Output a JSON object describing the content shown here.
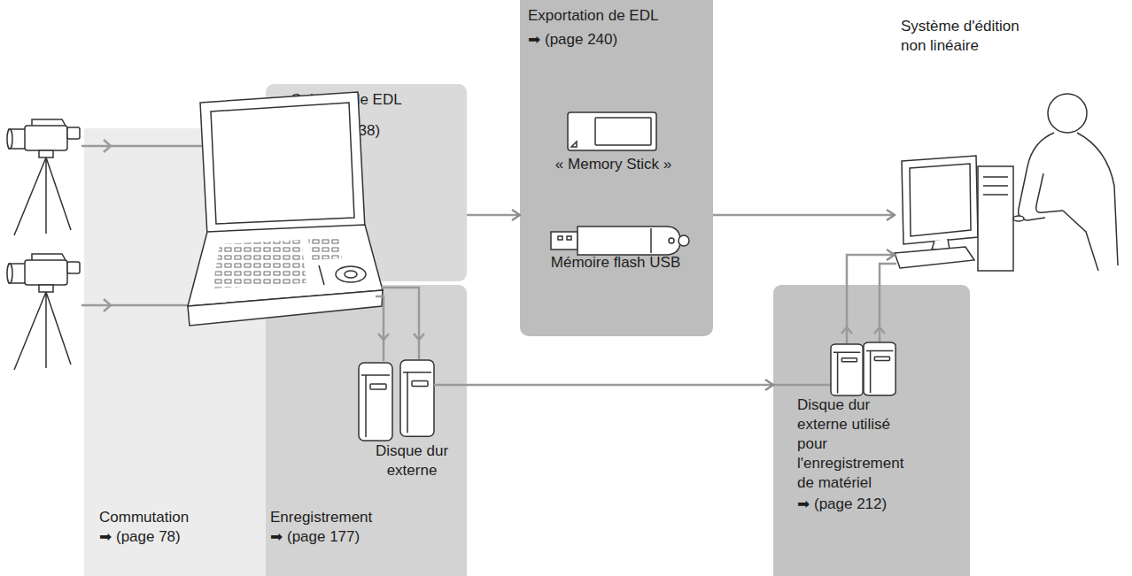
{
  "diagram": {
    "nodes": [
      {
        "text": [
          "Commutation",
          "➡ (page 78)"
        ]
      },
      {
        "text": [
          "Création de EDL",
          "➡ (page 238)"
        ]
      },
      {
        "text": [
          "Enregistrement",
          "➡ (page 177)"
        ]
      },
      {
        "text": [
          "Exportation de EDL",
          "➡ (page 240)"
        ]
      },
      {
        "text": [
          "« Memory Stick »"
        ],
        "in": 3
      },
      {
        "text": [
          "Mémoire flash USB"
        ],
        "in": 3
      },
      {
        "text": [
          "Disque dur externe"
        ],
        "in": 2
      },
      {
        "text": [
          "Système d'édition non linéaire"
        ]
      },
      {
        "text": [
          "Disque dur externe utilisé pour l'enregistrement de matériel",
          "➡ (page 212)"
        ]
      }
    ],
    "edges": [
      {
        "from": 1,
        "to": 3,
        "arrow": "to"
      },
      {
        "from": 3,
        "to": 7,
        "arrow": "to"
      },
      {
        "from": 6,
        "to": 8,
        "arrow": "to"
      },
      {
        "from": 8,
        "to": 7,
        "arrow": "to"
      }
    ]
  }
}
